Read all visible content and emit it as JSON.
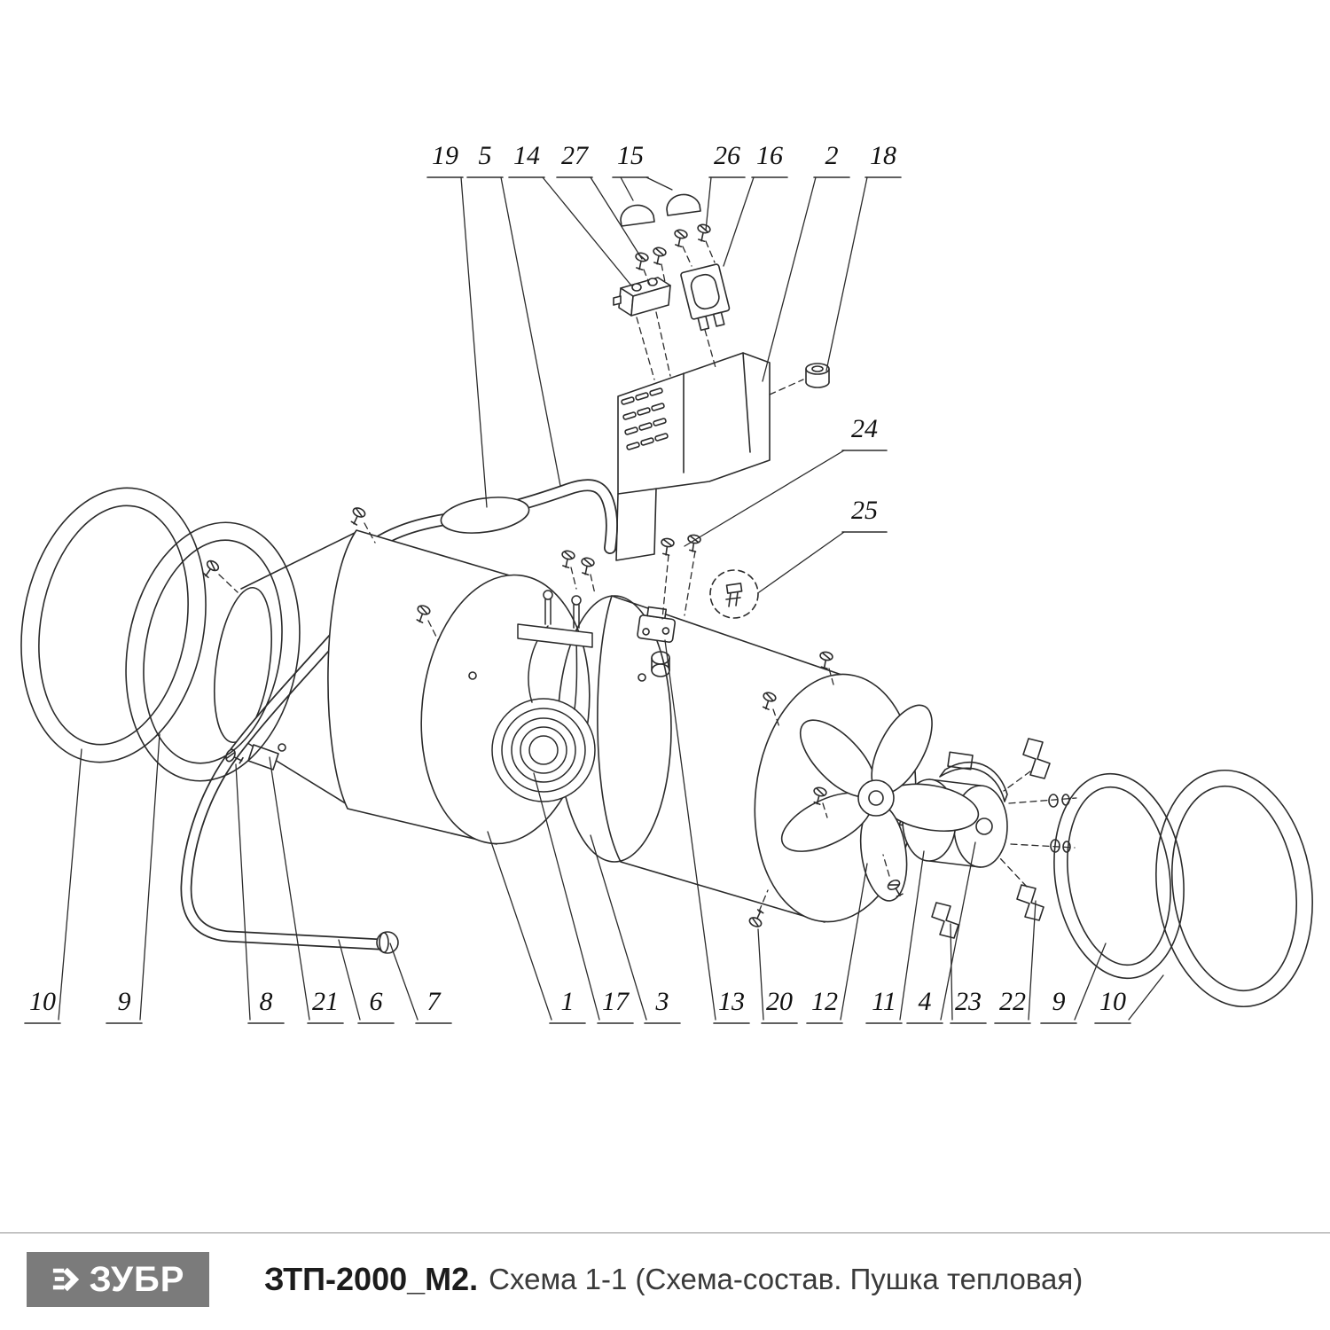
{
  "callouts": {
    "top": [
      "19",
      "5",
      "14",
      "27",
      "15",
      "26",
      "16",
      "2",
      "18"
    ],
    "right": [
      "24",
      "25"
    ],
    "bottom": [
      "10",
      "9",
      "8",
      "21",
      "6",
      "7",
      "1",
      "17",
      "3",
      "13",
      "20",
      "12",
      "11",
      "4",
      "23",
      "22",
      "9",
      "10"
    ]
  },
  "footer": {
    "logo_text": "ЗУБР",
    "model": "ЗТП-2000_М2.",
    "title": "Схема 1-1 (Схема-состав. Пушка тепловая)"
  },
  "colors": {
    "line": "#2b2b2b",
    "logo_bg": "#7b7b7b"
  }
}
